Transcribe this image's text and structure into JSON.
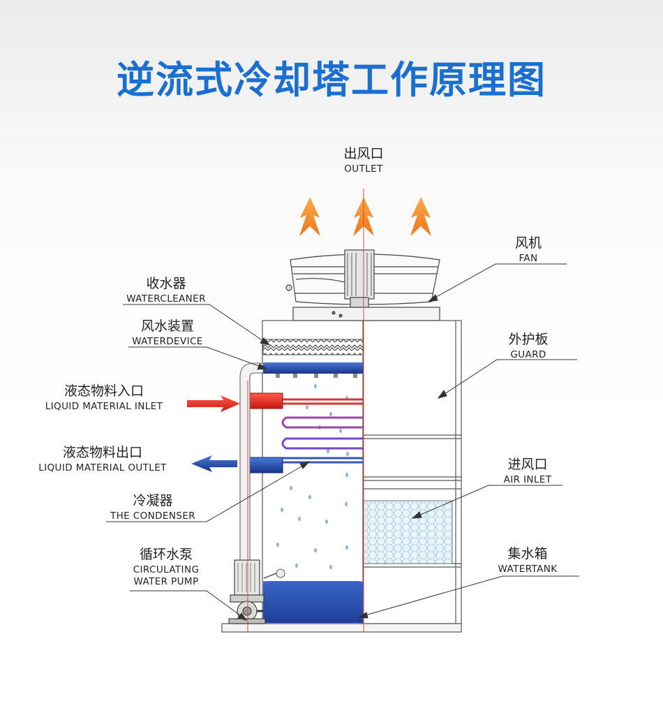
{
  "title": "逆流式冷却塔工作原理图",
  "labels": {
    "outlet": {
      "cn": "出风口",
      "en": "OUTLET"
    },
    "fan": {
      "cn": "风机",
      "en": "FAN"
    },
    "watercleaner": {
      "cn": "收水器",
      "en": "WATERCLEANER"
    },
    "waterdevice": {
      "cn": "风水装置",
      "en": "WATERDEVICE"
    },
    "guard": {
      "cn": "外护板",
      "en": "GUARD"
    },
    "inlet": {
      "cn": "液态物料入口",
      "en": "LIQUID MATERIAL INLET"
    },
    "outlet_liquid": {
      "cn": "液态物料出口",
      "en": "LIQUID MATERIAL OUTLET"
    },
    "air_inlet": {
      "cn": "进风口",
      "en": "AIR INLET"
    },
    "condenser": {
      "cn": "冷凝器",
      "en": "THE CONDENSER"
    },
    "pump": {
      "cn": "循环水泵",
      "en1": "CIRCULATING",
      "en2": "WATER PUMP"
    },
    "watertank": {
      "cn": "集水箱",
      "en": "WATERTANK"
    }
  },
  "colors": {
    "title": "#1b6fcf",
    "hot": "#e53935",
    "cold": "#1f4fa8",
    "exhaust": "#f08a24",
    "water": "#2d5bb8",
    "coil": "#8a3fb0"
  }
}
